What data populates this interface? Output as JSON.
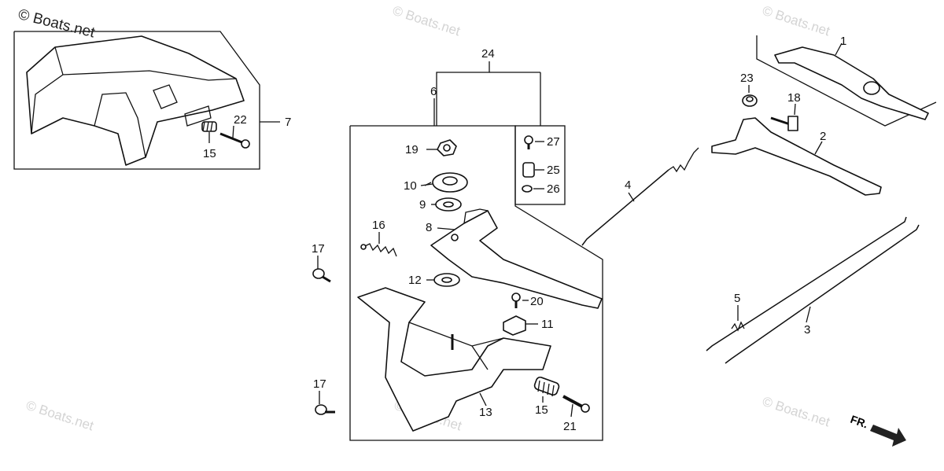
{
  "copyright": "© Boats.net",
  "watermark": "© Boats.net",
  "direction_label": "FR.",
  "callouts": {
    "p1": "1",
    "p2": "2",
    "p3": "3",
    "p4": "4",
    "p5": "5",
    "p6": "6",
    "p7": "7",
    "p8": "8",
    "p9": "9",
    "p10": "10",
    "p11": "11",
    "p12": "12",
    "p13": "13",
    "p15a": "15",
    "p15b": "15",
    "p16": "16",
    "p17a": "17",
    "p17b": "17",
    "p18": "18",
    "p19": "19",
    "p20": "20",
    "p21": "21",
    "p22": "22",
    "p23": "23",
    "p24": "24",
    "p25": "25",
    "p26": "26",
    "p27": "27"
  }
}
